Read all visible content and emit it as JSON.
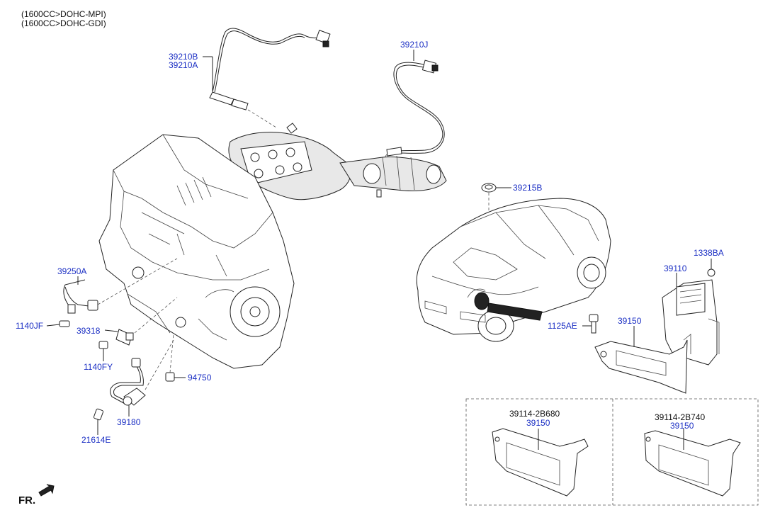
{
  "header": {
    "line1": "(1600CC>DOHC-MPI)",
    "line2": "(1600CC>DOHC-GDI)"
  },
  "direction_label": "FR.",
  "part_labels": {
    "p39210B": "39210B",
    "p39210A": "39210A",
    "p39210J": "39210J",
    "p39215B": "39215B",
    "p1338BA": "1338BA",
    "p39110": "39110",
    "p39150": "39150",
    "p1125AE": "1125AE",
    "p39250A": "39250A",
    "p1140JF": "1140JF",
    "p39318": "39318",
    "p1140FY": "1140FY",
    "p94750": "94750",
    "p39180": "39180",
    "p21614E": "21614E"
  },
  "variants": [
    {
      "part_no": "39114-2B680",
      "label": "39150"
    },
    {
      "part_no": "39114-2B740",
      "label": "39150"
    }
  ],
  "colors": {
    "label_blue": "#1b2fc4",
    "text_black": "#111111",
    "line": "#222222"
  }
}
